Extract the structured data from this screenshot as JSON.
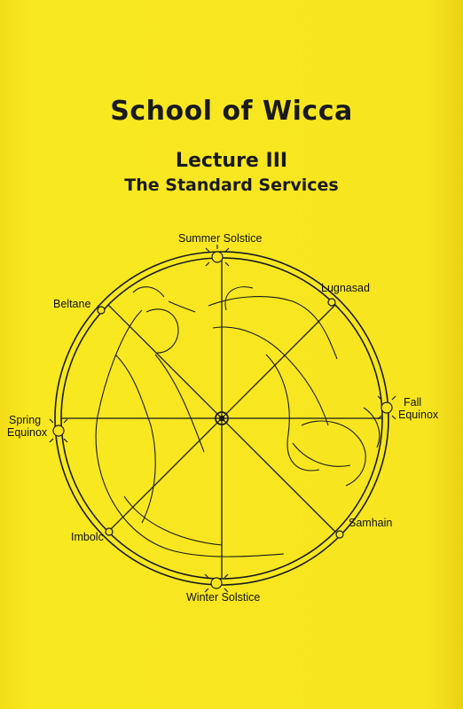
{
  "title": "School of Wicca",
  "lecture": "Lecture III",
  "lecture_subtitle": "The Standard Services",
  "festivals": {
    "summer_solstice": "Summer Solstice",
    "lugnasad": "Lugnasad",
    "beltane": "Beltane",
    "fall_equinox_1": "Fall",
    "fall_equinox_2": "Equinox",
    "spring_equinox_1": "Spring",
    "spring_equinox_2": "Equinox",
    "samhain": "Samhain",
    "imbolc": "Imbolc",
    "winter_solstice": "Winter Solstice"
  },
  "colors": {
    "paper": "#f6e41c",
    "ink": "#1a1a1a"
  }
}
